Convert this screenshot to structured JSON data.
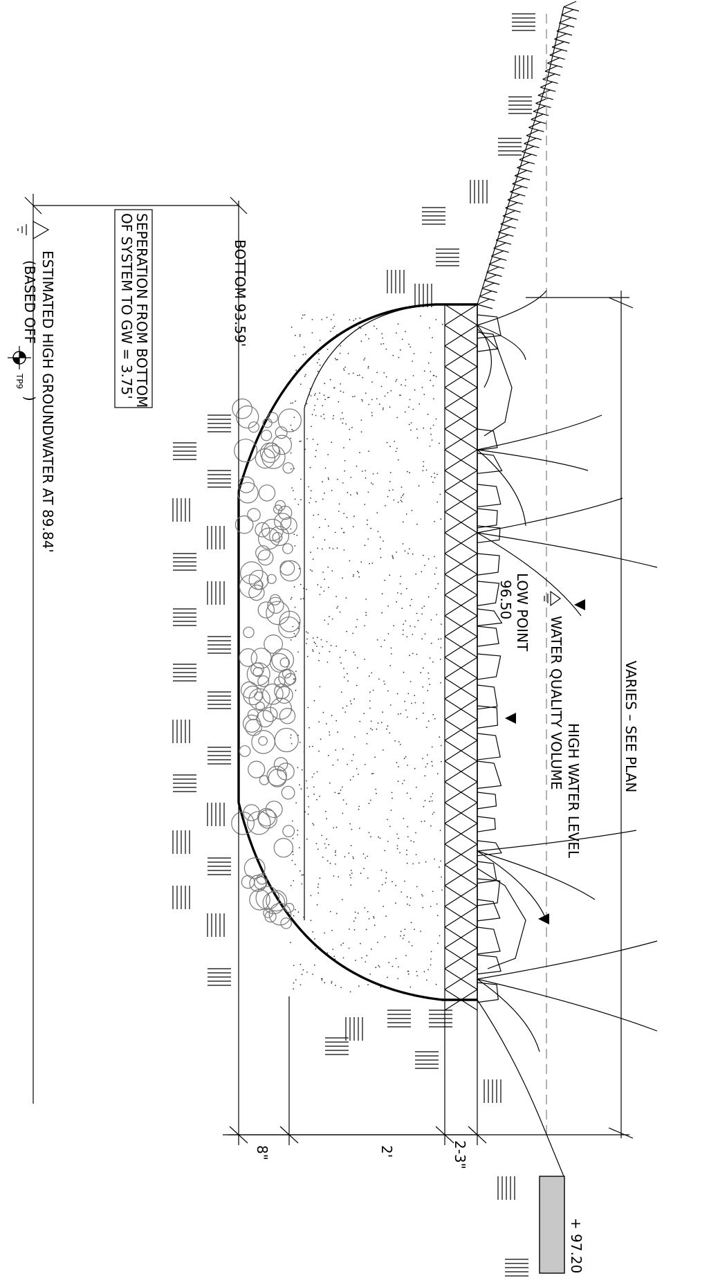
{
  "labels": {
    "varies": "VARIES – SEE PLAN",
    "high_water_level": "HIGH WATER LEVEL",
    "water_quality_volume": "WATER QUALITY VOLUME",
    "low_point_title": "LOW POINT",
    "low_point_value": "96.50",
    "bottom": "BOTTOM 93.59'",
    "separation_line1": "SEPERATION FROM BOTTOM",
    "separation_line2": "OF SYSTEM TO GW = 3.75'",
    "gw_line1": "ESTIMATED HIGH GROUNDWATER AT 89.84'",
    "gw_line2_prefix": "(BASED OFF",
    "gw_line2_sub": "TP9",
    "gw_line2_suffix": ")",
    "elevation": "+ 97.20"
  },
  "dimensions": {
    "layer_top": "2-3\"",
    "layer_middle": "2'",
    "layer_bottom": "8\""
  },
  "colors": {
    "line": "#000000",
    "stone": "#777777",
    "curb": "#c8c8c8",
    "dashed": "#999999"
  },
  "icons": [
    "water-level-symbol",
    "groundwater-symbol",
    "test-pit-symbol",
    "level-arrow-icon"
  ]
}
